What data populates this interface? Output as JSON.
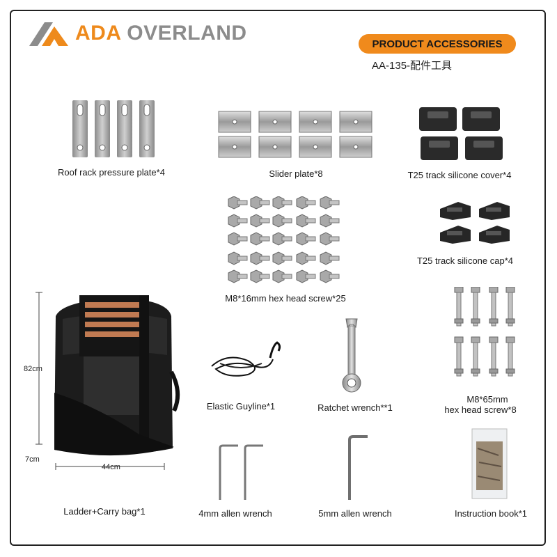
{
  "brand": {
    "word1": "ADA",
    "word2": "OVERLAND"
  },
  "header": {
    "badge": "PRODUCT ACCESSORIES",
    "code": "AA-135-配件工具"
  },
  "items": {
    "pressure_plate": "Roof rack pressure plate*4",
    "slider_plate": "Slider plate*8",
    "track_cover": "T25 track silicone cover*4",
    "track_cap": "T25 track silicone cap*4",
    "hex16": "M8*16mm hex head screw*25",
    "guyline": "Elastic Guyline*1",
    "ratchet": "Ratchet wrench**1",
    "hex65_line1": "M8*65mm",
    "hex65_line2": "hex head screw*8",
    "ladder": "Ladder+Carry bag*1",
    "allen4": "4mm  allen wrench",
    "allen5": "5mm allen wrench",
    "book": "Instruction book*1"
  },
  "dimensions": {
    "height": "82cm",
    "depth": "7cm",
    "width": "44cm"
  },
  "colors": {
    "accent": "#f08a1c",
    "brand_gray": "#8c8c8c",
    "metal": "#b8b8b8"
  }
}
